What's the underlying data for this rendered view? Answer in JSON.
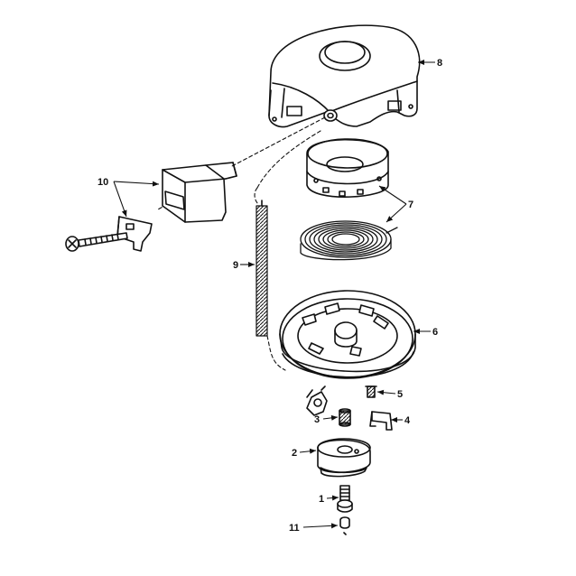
{
  "diagram": {
    "colors": {
      "ink": "#111111",
      "paper": "#ffffff"
    },
    "callouts": [
      {
        "id": "8",
        "label": "8"
      },
      {
        "id": "10",
        "label": "10"
      },
      {
        "id": "7",
        "label": "7"
      },
      {
        "id": "9",
        "label": "9"
      },
      {
        "id": "6",
        "label": "6"
      },
      {
        "id": "5",
        "label": "5"
      },
      {
        "id": "3",
        "label": "3"
      },
      {
        "id": "4",
        "label": "4"
      },
      {
        "id": "2",
        "label": "2"
      },
      {
        "id": "1",
        "label": "1"
      },
      {
        "id": "11",
        "label": "11"
      }
    ]
  }
}
